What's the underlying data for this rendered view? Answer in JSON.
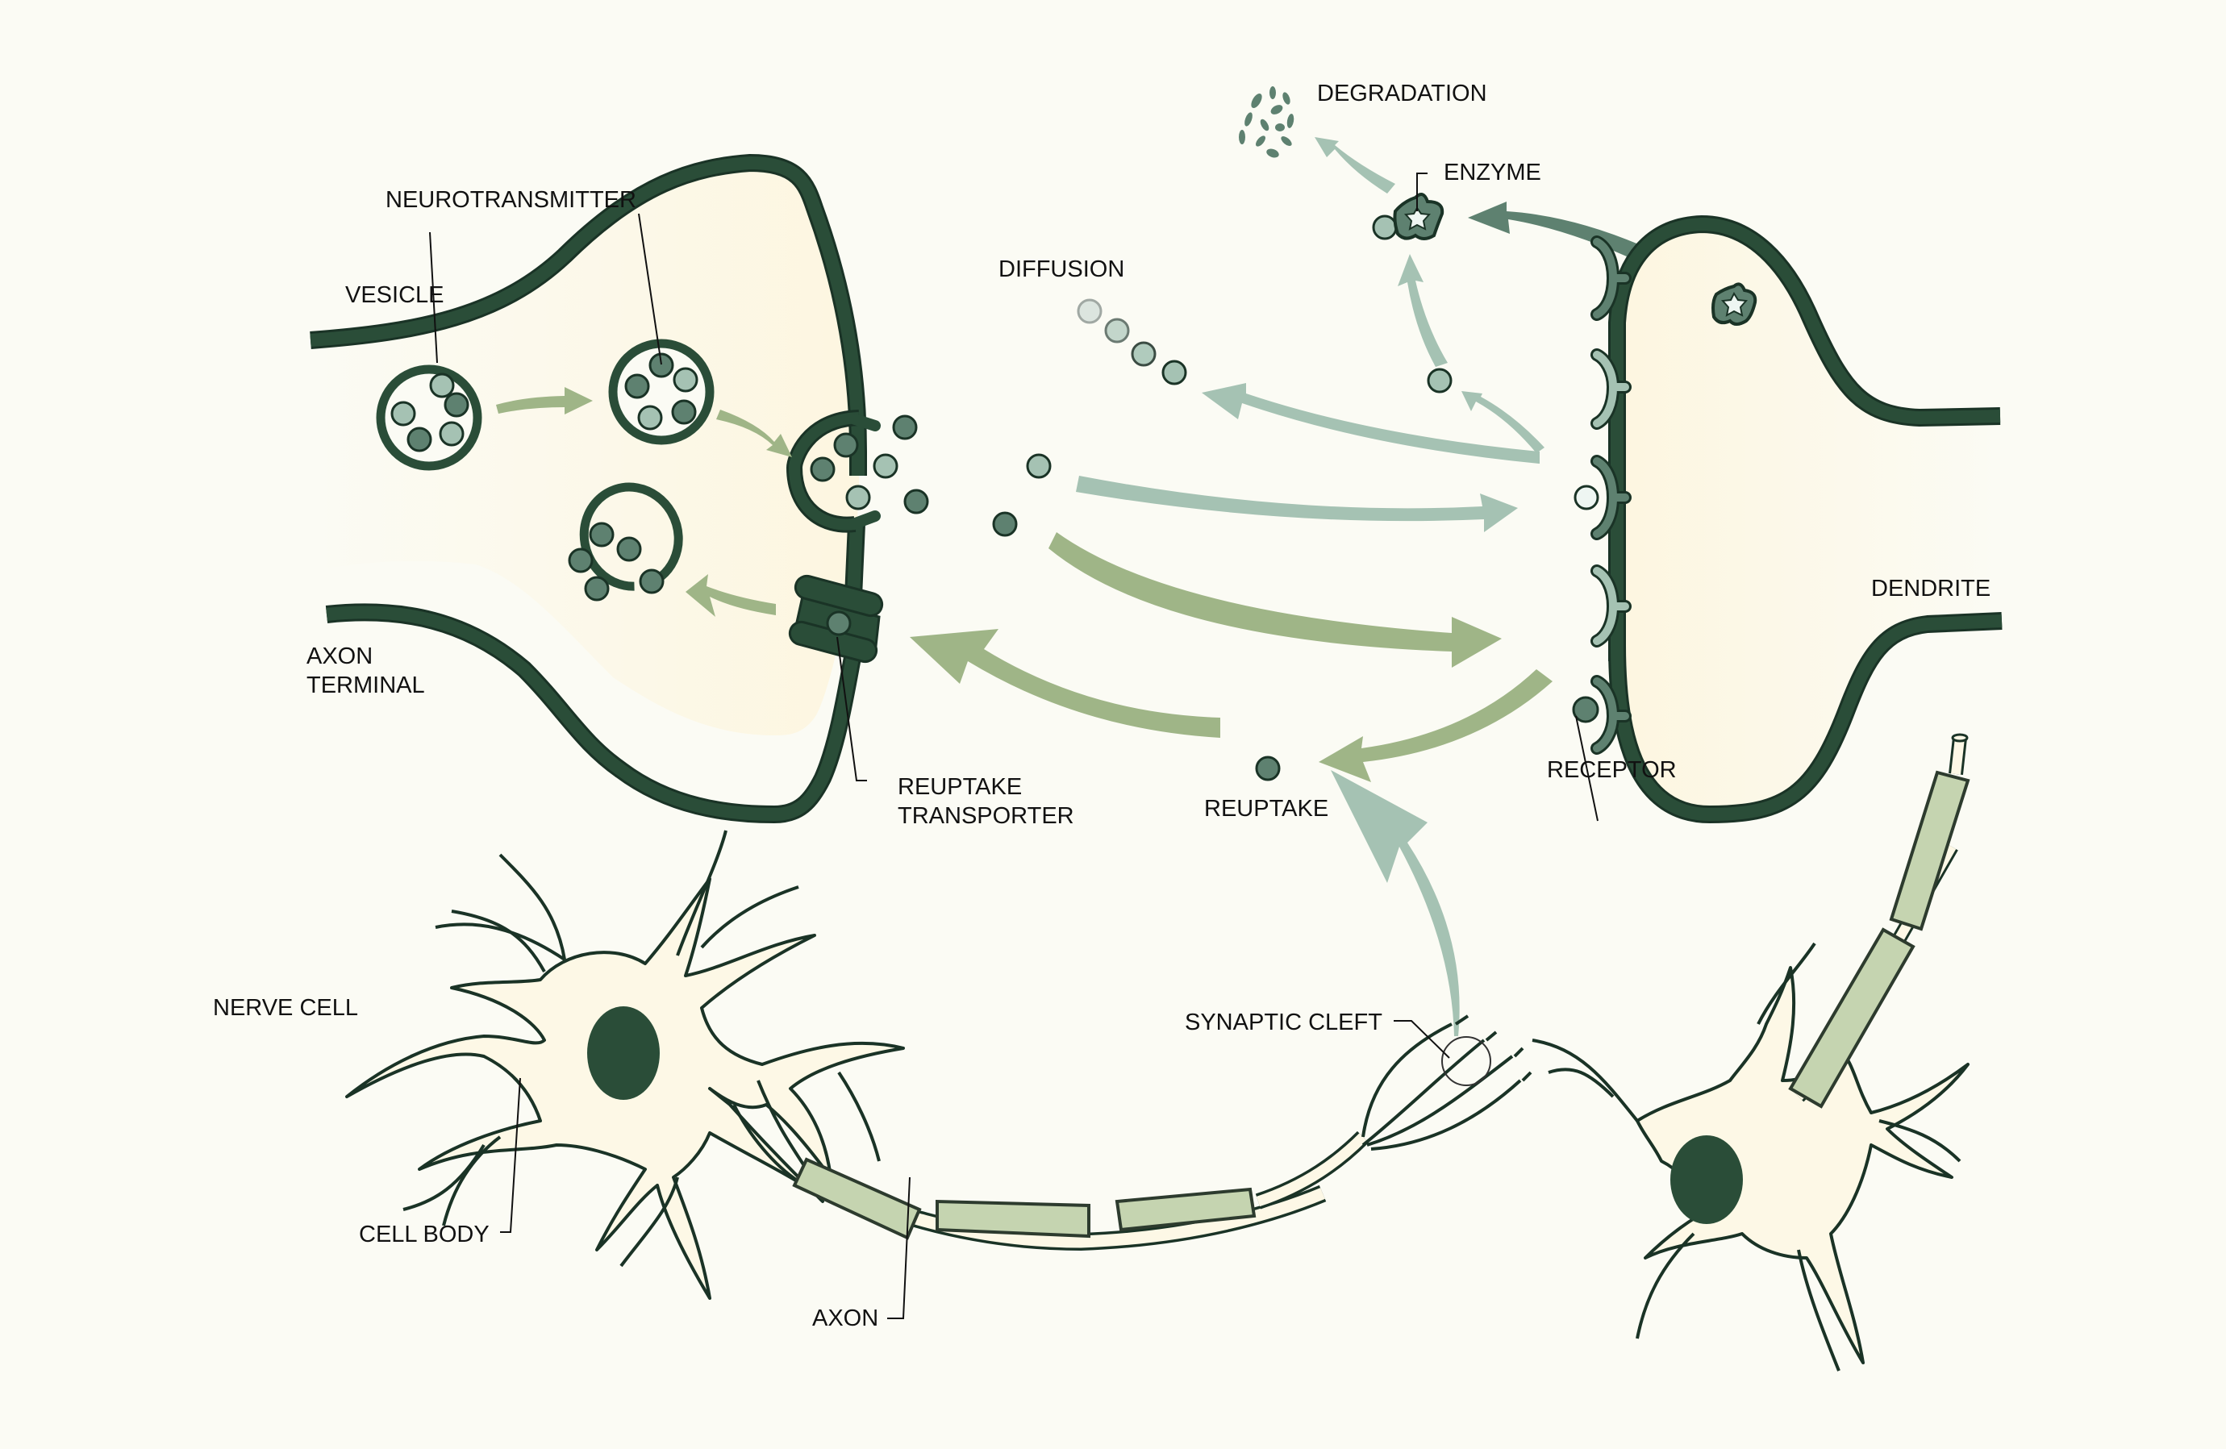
{
  "colors": {
    "background": "#fbfbf4",
    "membrane": "#2a4d38",
    "membrane_outline": "#1a3326",
    "cytoplasm": "#fdf8e6",
    "nt_dark": "#5e8170",
    "nt_light": "#a5c2b3",
    "arrow_olive": "#9fb587",
    "arrow_teal": "#a5c2b3",
    "arrow_dark_teal": "#5e8170",
    "myelin": "#c5d4b0",
    "myelin_dark": "#8aa17a",
    "nucleus": "#2a4d38"
  },
  "labels": {
    "neurotransmitter": "NEUROTRANSMITTER",
    "vesicle": "VESICLE",
    "axon_terminal_line1": "AXON",
    "axon_terminal_line2": "TERMINAL",
    "reuptake_transporter_line1": "REUPTAKE",
    "reuptake_transporter_line2": "TRANSPORTER",
    "diffusion": "DIFFUSION",
    "degradation": "DEGRADATION",
    "enzyme": "ENZYME",
    "dendrite": "DENDRITE",
    "receptor": "RECEPTOR",
    "reuptake": "REUPTAKE",
    "nerve_cell": "NERVE CELL",
    "cell_body": "CELL BODY",
    "axon": "AXON",
    "synaptic_cleft": "SYNAPTIC CLEFT"
  }
}
